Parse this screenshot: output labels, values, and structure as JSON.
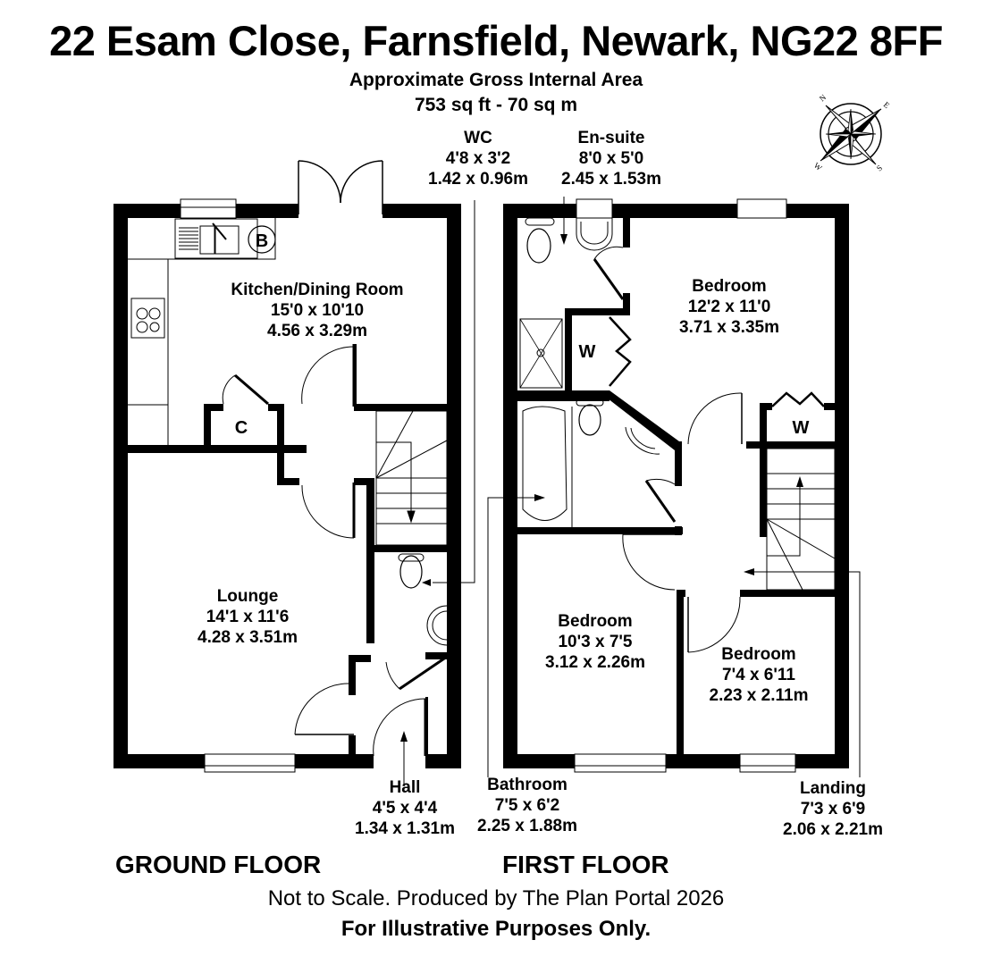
{
  "header": {
    "address": "22 Esam Close, Farnsfield, Newark, NG22 8FF",
    "area_label": "Approximate Gross Internal Area",
    "area_value": "753 sq ft - 70 sq m"
  },
  "compass": {
    "icon": "compass-rose-icon",
    "north": "N",
    "east": "E",
    "south": "S",
    "west": "W"
  },
  "ground_floor": {
    "label": "GROUND FLOOR",
    "rooms": [
      {
        "name": "Kitchen/Dining Room",
        "imperial": "15'0 x 10'10",
        "metric": "4.56 x 3.29m"
      },
      {
        "name": "Lounge",
        "imperial": "14'1 x 11'6",
        "metric": "4.28 x 3.51m"
      },
      {
        "name": "Hall",
        "imperial": "4'5 x 4'4",
        "metric": "1.34 x 1.31m"
      },
      {
        "name": "WC",
        "imperial": "4'8 x 3'2",
        "metric": "1.42 x 0.96m"
      }
    ],
    "fixtures": {
      "boiler": "B",
      "cupboard": "C"
    }
  },
  "first_floor": {
    "label": "FIRST FLOOR",
    "rooms": [
      {
        "name": "En-suite",
        "imperial": "8'0 x 5'0",
        "metric": "2.45 x 1.53m"
      },
      {
        "name": "Bedroom",
        "imperial": "12'2 x 11'0",
        "metric": "3.71 x 3.35m"
      },
      {
        "name": "Bedroom",
        "imperial": "10'3 x 7'5",
        "metric": "3.12 x 2.26m"
      },
      {
        "name": "Bedroom",
        "imperial": "7'4 x 6'11",
        "metric": "2.23 x 2.11m"
      },
      {
        "name": "Bathroom",
        "imperial": "7'5 x 6'2",
        "metric": "2.25 x 1.88m"
      },
      {
        "name": "Landing",
        "imperial": "7'3 x 6'9",
        "metric": "2.06 x 2.21m"
      }
    ],
    "fixtures": {
      "wardrobe_1": "W",
      "wardrobe_2": "W"
    }
  },
  "footer": {
    "disclaimer": "Not to Scale. Produced by The Plan Portal 2026",
    "purpose": "For Illustrative Purposes Only."
  }
}
